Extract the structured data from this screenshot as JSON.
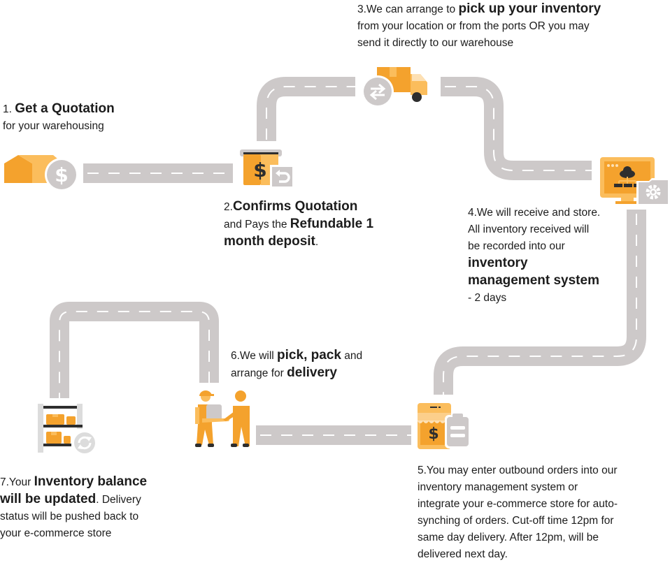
{
  "colors": {
    "road": "#cdc9c9",
    "road_dash": "#ffffff",
    "orange": "#f4a22d",
    "orange_light": "#fbbd5c",
    "orange_pale": "#fde0b4",
    "grey_icon": "#cdc9c9",
    "dark": "#2e2e2e"
  },
  "steps": [
    {
      "id": 1,
      "icon": "warehouse-dollar-icon",
      "parts": [
        {
          "text": "1. ",
          "bold": false
        },
        {
          "text": "Get a Quotation",
          "bold": true
        },
        {
          "text": "\nfor your warehousing",
          "bold": false
        }
      ]
    },
    {
      "id": 2,
      "icon": "payment-refund-icon",
      "parts": [
        {
          "text": "2.",
          "bold": false
        },
        {
          "text": "Confirms Quotation",
          "bold": true
        },
        {
          "text": " and Pays the ",
          "bold": false
        },
        {
          "text": "Refundable 1 month deposit",
          "bold": true
        },
        {
          "text": ".",
          "bold": false
        }
      ]
    },
    {
      "id": 3,
      "icon": "truck-exchange-icon",
      "parts": [
        {
          "text": "3.We can arrange to ",
          "bold": false
        },
        {
          "text": "pick up your inventory",
          "bold": true
        },
        {
          "text": "\nfrom your location or from the ports OR you may\n send it directly to our warehouse",
          "bold": false
        }
      ]
    },
    {
      "id": 4,
      "icon": "monitor-cloud-settings-icon",
      "parts": [
        {
          "text": "4.We will receive and store.\nAll inventory received will\nbe recorded into our\n",
          "bold": false
        },
        {
          "text": "inventory\nmanagement system",
          "bold": true
        },
        {
          "text": "\n- 2 days",
          "bold": false
        }
      ]
    },
    {
      "id": 5,
      "icon": "shop-clipboard-icon",
      "parts": [
        {
          "text": "5.You may enter outbound orders into our\ninventory management system or\nintegrate your e-commerce store for auto-\nsynching of orders. Cut-off time 12pm for\nsame day delivery. After 12pm, will be\ndelivered next day.",
          "bold": false
        }
      ]
    },
    {
      "id": 6,
      "icon": "people-handover-icon",
      "parts": [
        {
          "text": "6.We will ",
          "bold": false
        },
        {
          "text": "pick, pack",
          "bold": true
        },
        {
          "text": " and\narrange for ",
          "bold": false
        },
        {
          "text": "delivery",
          "bold": true
        }
      ]
    },
    {
      "id": 7,
      "icon": "shelf-sync-icon",
      "parts": [
        {
          "text": "7.Your ",
          "bold": false
        },
        {
          "text": "Inventory balance\nwill be updated",
          "bold": true
        },
        {
          "text": ". Delivery\nstatus will be pushed back to\nyour e-commerce store",
          "bold": false
        }
      ]
    }
  ]
}
